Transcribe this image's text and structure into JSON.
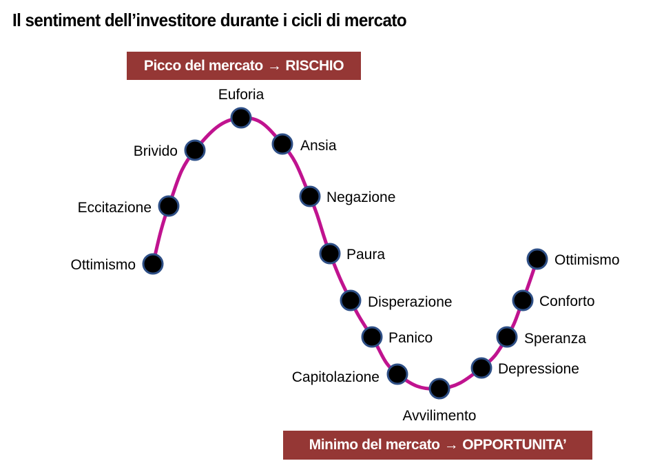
{
  "title": "Il sentiment dell’investitore durante i cicli di mercato",
  "banners": {
    "peak": {
      "text": "Picco del mercato",
      "arrow": "→",
      "emphasis": "RISCHIO"
    },
    "trough": {
      "text": "Minimo del mercato",
      "arrow": "→",
      "emphasis": "OPPORTUNITA’"
    }
  },
  "stages": [
    "Ottimismo",
    "Eccitazione",
    "Brivido",
    "Euforia",
    "Ansia",
    "Negazione",
    "Paura",
    "Disperazione",
    "Panico",
    "Capitolazione",
    "Avvilimento",
    "Depressione",
    "Speranza",
    "Conforto",
    "Ottimismo"
  ],
  "colors": {
    "curve": "#c0138f",
    "node_fill": "#000000",
    "node_stroke": "#2e4f86",
    "banner_bg": "#953735",
    "banner_text": "#ffffff"
  }
}
